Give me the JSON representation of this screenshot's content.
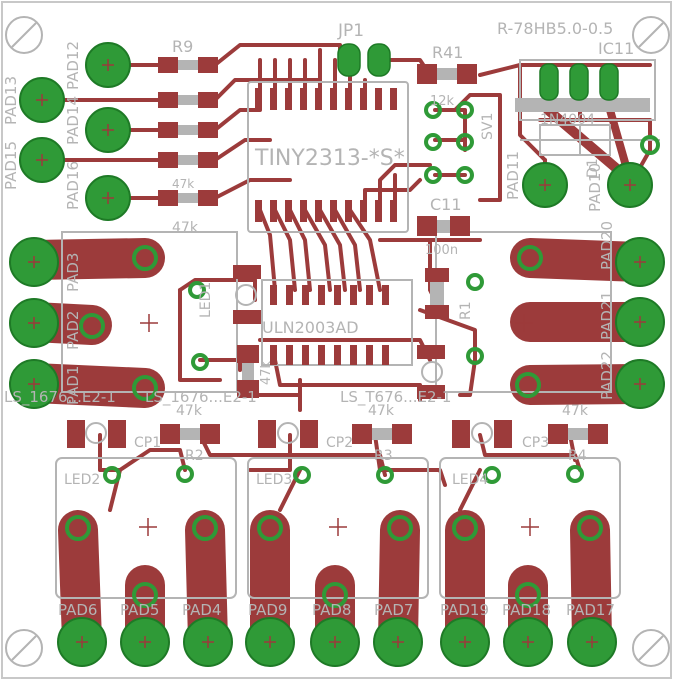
{
  "colors": {
    "background": "#ffffff",
    "outline": "#c8c8c8",
    "silk": "#b4b4b4",
    "trace": "#9c3b3b",
    "pad": "#2f9a37",
    "pad_dark": "#1e7a26",
    "cross": "#9c3b3b"
  },
  "labels": {
    "jp1": "JP1",
    "regulator": "R-78HB5.0-0.5",
    "r9": "R9",
    "r41": "R41",
    "r12k": "12k",
    "ic11": "IC11",
    "attiny": "TINY2313-*S*",
    "sv1": "SV1",
    "diode": "1N4004",
    "d1": "D1",
    "c11": "C11",
    "c11_val": "100n",
    "r47k_a": "47k",
    "r47k_b": "47k",
    "r47k_c": "47k",
    "r47k_d": "47k",
    "r47k_e": "47k",
    "r47k_f": "47k",
    "uln": "ULN2003AD",
    "r1": "R1",
    "r2": "R2",
    "r3": "R3",
    "r4": "R4",
    "led1": "LED1",
    "led2": "LED2",
    "led3": "LED3",
    "led4": "LED4",
    "cp1": "CP1",
    "cp2": "CP2",
    "cp3": "CP3",
    "ls1": "LS_1676...E2-1",
    "ls2": "LS_1676...E2-1",
    "ls3": "LS_T676...E2-1",
    "pad1": "PAD1",
    "pad2": "PAD2",
    "pad3": "PAD3",
    "pad4": "PAD4",
    "pad5": "PAD5",
    "pad6": "PAD6",
    "pad7": "PAD7",
    "pad8": "PAD8",
    "pad9": "PAD9",
    "pad10": "PAD10",
    "pad11": "PAD11",
    "pad12": "PAD12",
    "pad13": "PAD13",
    "pad14": "PAD14",
    "pad15": "PAD15",
    "pad16": "PAD16",
    "pad17": "PAD17",
    "pad18": "PAD18",
    "pad19": "PAD19",
    "pad20": "PAD20",
    "pad21": "PAD21",
    "pad22": "PAD22",
    "pad_left_top": "PAD15PAD12",
    "pad_right_top": "PAD20"
  }
}
